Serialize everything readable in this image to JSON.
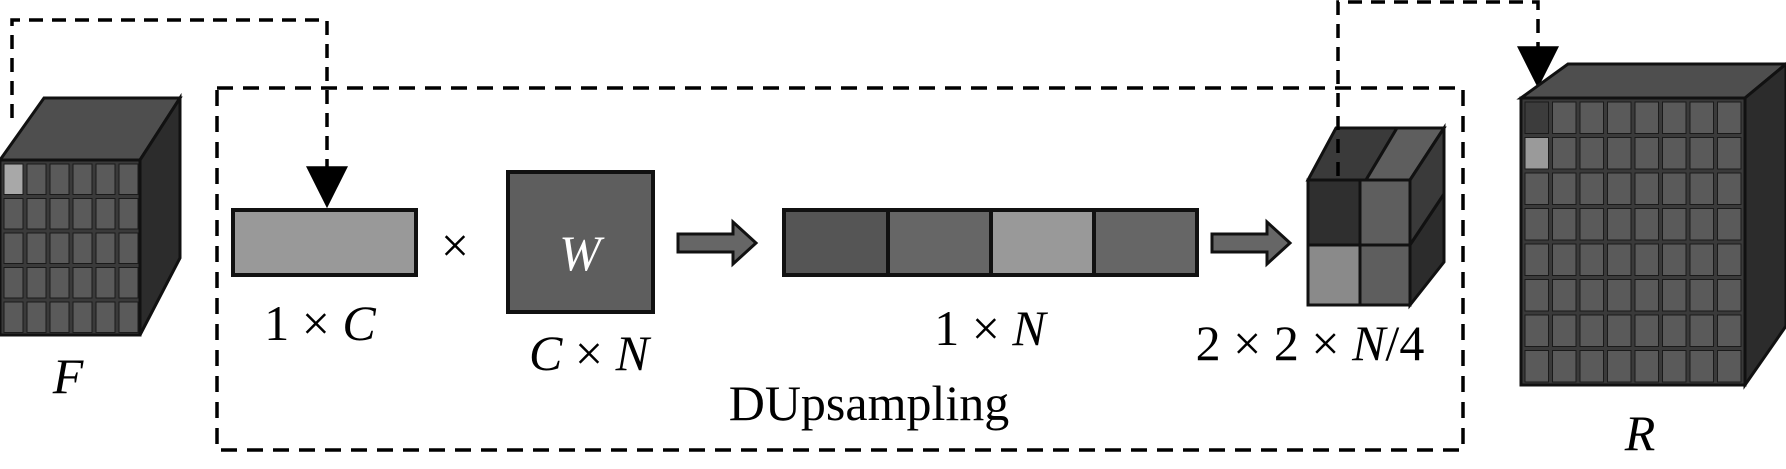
{
  "labels": {
    "F": "F",
    "R": "R",
    "W": "W",
    "vec_dim_1": "1",
    "vec_dim_C": "C",
    "mat_dim_C": "C",
    "mat_dim_N": "N",
    "out_dim_1": "1",
    "out_dim_N": "N",
    "cube_2a": "2",
    "cube_2b": "2",
    "cube_N": "N",
    "cube_div4": "/4",
    "times": "×",
    "multiply_sign": "×",
    "module_name": "DUpsampling"
  },
  "colors": {
    "stroke": "#111111",
    "dark_face": "#3a3a3a",
    "mid_face": "#5e5e5e",
    "light_face": "#999999",
    "top_face": "#4e4e4e",
    "side_face": "#2c2c2c"
  }
}
